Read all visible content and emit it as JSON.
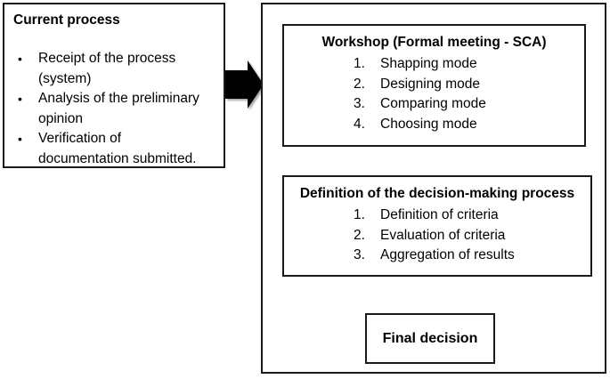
{
  "left_box": {
    "title": "Current process",
    "bullet": "●",
    "items": [
      "Receipt of the process (system)",
      "Analysis of the preliminary opinion",
      "Verification of documentation submitted."
    ]
  },
  "workshop_box": {
    "title": "Workshop (Formal meeting - SCA)",
    "items": [
      {
        "num": "1.",
        "label": "Shapping mode"
      },
      {
        "num": "2.",
        "label": "Designing mode"
      },
      {
        "num": "3.",
        "label": "Comparing mode"
      },
      {
        "num": "4.",
        "label": "Choosing mode"
      }
    ]
  },
  "definition_box": {
    "title": "Definition of the decision-making process",
    "items": [
      {
        "num": "1.",
        "label": "Definition of criteria"
      },
      {
        "num": "2.",
        "label": "Evaluation of criteria"
      },
      {
        "num": "3.",
        "label": "Aggregation of results"
      }
    ]
  },
  "final_box": {
    "label": "Final decision"
  },
  "colors": {
    "border": "#1a1a1a",
    "arrow": "#000000",
    "background": "#ffffff"
  }
}
